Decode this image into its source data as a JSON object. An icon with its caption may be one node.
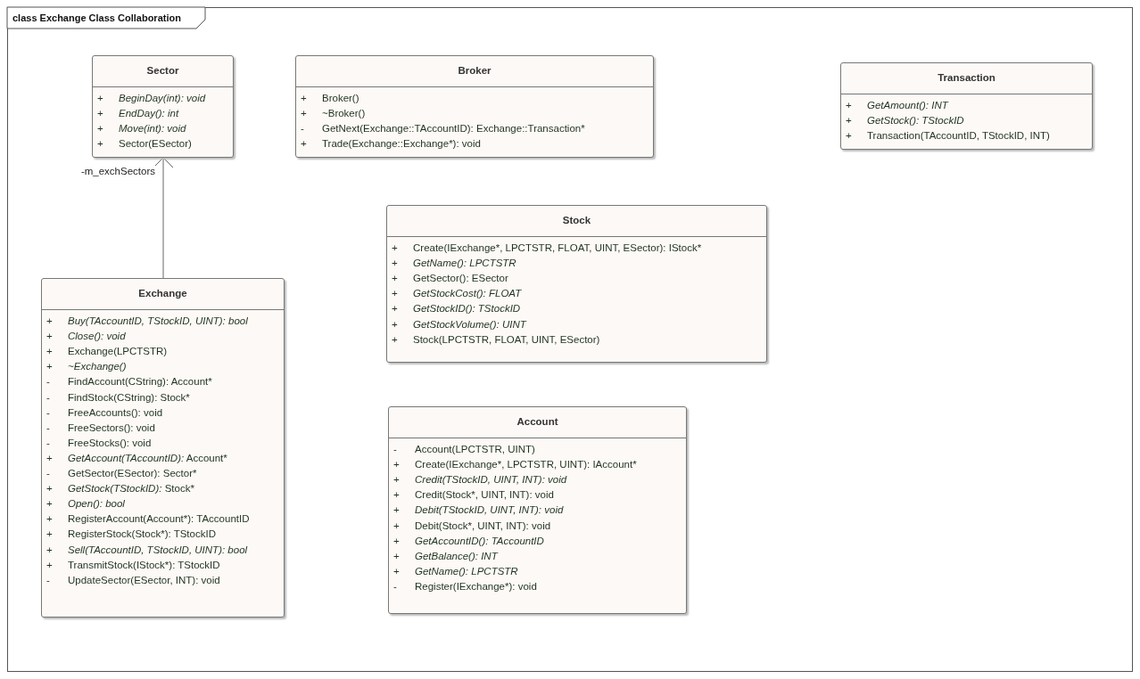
{
  "diagram": {
    "title": "class Exchange Class Collaboration",
    "nodes": [
      {
        "text": [
          "Sector",
          "+ *BeginDay(int): void*",
          "+ *EndDay(): int*",
          "+ *Move(int): void*",
          "+ Sector(ESector)"
        ]
      },
      {
        "text": [
          "Broker",
          "+ Broker()",
          "+ ~Broker()",
          "- GetNext(Exchange::TAccountID): Exchange::Transaction*",
          "+ Trade(Exchange::Exchange*): void"
        ]
      },
      {
        "text": [
          "Transaction",
          "+ *GetAmount(): INT*",
          "+ *GetStock(): TStockID*",
          "+ Transaction(TAccountID, TStockID, INT)"
        ]
      },
      {
        "text": [
          "Stock",
          "+ Create(IExchange*, LPCTSTR, FLOAT, UINT, ESector): IStock*",
          "+ *GetName(): LPCTSTR*",
          "+ GetSector(): ESector",
          "+ *GetStockCost(): FLOAT*",
          "+ *GetStockID(): TStockID*",
          "+ *GetStockVolume(): UINT*",
          "+ Stock(LPCTSTR, FLOAT, UINT, ESector)"
        ]
      },
      {
        "text": [
          "Exchange",
          "+ *Buy(TAccountID, TStockID, UINT): bool*",
          "+ *Close(): void*",
          "+ Exchange(LPCTSTR)",
          "+ *~Exchange()*",
          "- FindAccount(CString): Account*",
          "- FindStock(CString): Stock*",
          "- FreeAccounts(): void",
          "- FreeSectors(): void",
          "- FreeStocks(): void",
          "+ *GetAccount(TAccountID):* Account*",
          "- GetSector(ESector): Sector*",
          "+ *GetStock(TStockID):* Stock*",
          "+ *Open(): bool*",
          "+ RegisterAccount(Account*): TAccountID",
          "+ RegisterStock(Stock*): TStockID",
          "+ *Sell(TAccountID, TStockID, UINT): bool*",
          "+ TransmitStock(IStock*): TStockID",
          "- UpdateSector(ESector, INT): void"
        ]
      },
      {
        "text": [
          "Account",
          "- Account(LPCTSTR, UINT)",
          "+ Create(IExchange*, LPCTSTR, UINT): IAccount*",
          "+ *Credit(TStockID, UINT, INT): void*",
          "+ Credit(Stock*, UINT, INT): void",
          "+ *Debit(TStockID, UINT, INT): void*",
          "+ Debit(Stock*, UINT, INT): void",
          "+ *GetAccountID(): TAccountID*",
          "+ *GetBalance(): INT*",
          "+ *GetName(): LPCTSTR*",
          "- Register(IExchange*): void"
        ]
      }
    ],
    "edges": [
      {
        "from": 4,
        "to": 0,
        "arrow": "to",
        "label": "-m_exchSectors"
      }
    ]
  }
}
